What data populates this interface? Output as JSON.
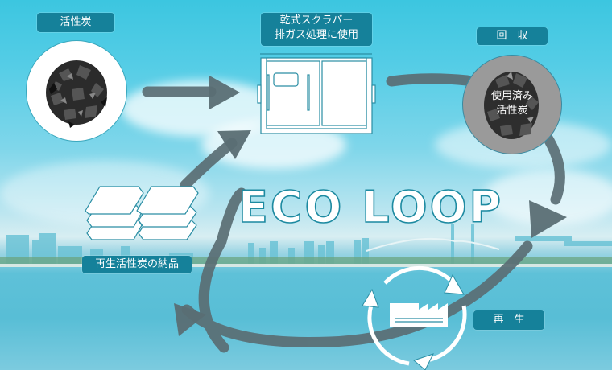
{
  "diagram": {
    "title": "ECO LOOP",
    "steps": [
      {
        "id": "activated-carbon",
        "label": "活性炭"
      },
      {
        "id": "dry-scrubber",
        "label_line1": "乾式スクラバー",
        "label_line2": "排ガス処理に使用"
      },
      {
        "id": "collection",
        "label": "回　収",
        "inner_line1": "使用済み",
        "inner_line2": "活性炭"
      },
      {
        "id": "regeneration",
        "label": "再　生"
      },
      {
        "id": "delivery",
        "label": "再生活性炭の納品"
      }
    ],
    "flow": [
      "活性炭",
      "乾式スクラバー 排ガス処理に使用",
      "回収",
      "再生",
      "再生活性炭の納品",
      "乾式スクラバー 排ガス処理に使用"
    ],
    "colors": {
      "label_bg": "#15819a",
      "arrow": "#5a6e74",
      "outline": "#1d8aa1",
      "sky": "#3cc6e0",
      "used_carbon_bg": "#9a9a9a"
    }
  }
}
